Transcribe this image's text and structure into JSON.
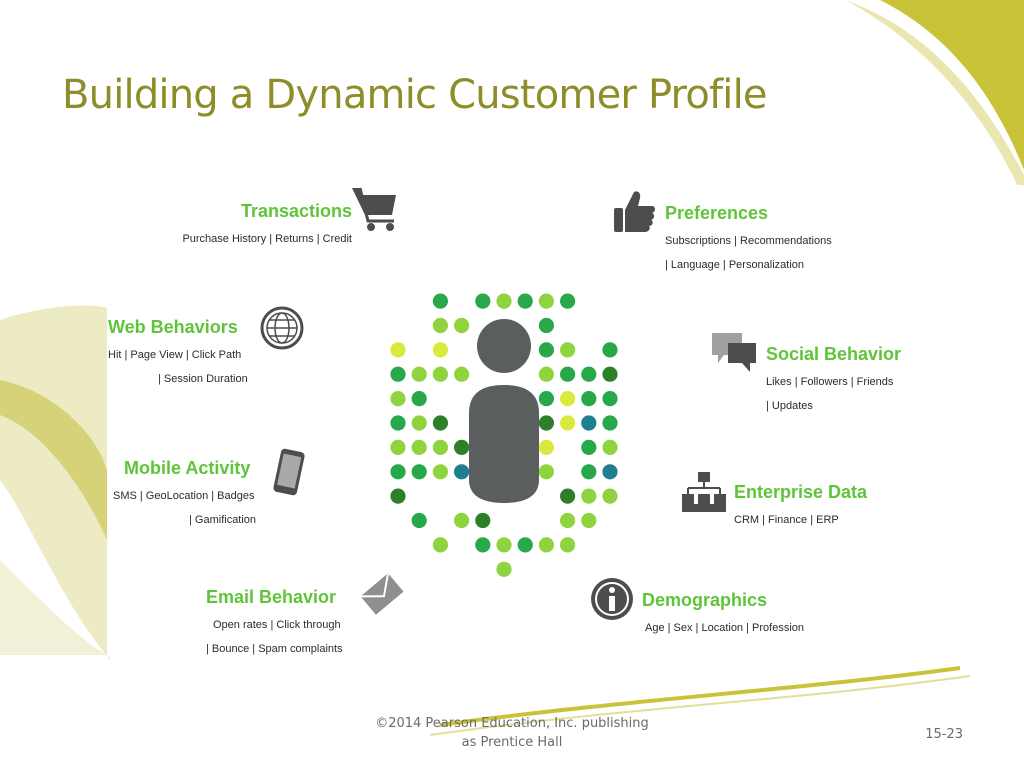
{
  "slide": {
    "title": "Building a Dynamic Customer Profile",
    "footer_line1": "©2014 Pearson Education, Inc. publishing",
    "footer_line2": "as Prentice Hall",
    "page_number": "15-23"
  },
  "colors": {
    "title": "#8f8d2a",
    "category_green": "#5fc43a",
    "accent_olive": "#c9c33a",
    "icon_gray": "#4d4d4d",
    "dot_palette": [
      "#8fd43f",
      "#27a84a",
      "#2d7f2a",
      "#1f7f91",
      "#d9ea3c"
    ]
  },
  "categories": [
    {
      "id": "transactions",
      "title": "Transactions",
      "icon": "shopping-cart-icon",
      "lines": [
        "Purchase History | Returns  | Credit"
      ]
    },
    {
      "id": "preferences",
      "title": "Preferences",
      "icon": "thumbs-up-icon",
      "lines": [
        "Subscriptions | Recommendations",
        "| Language | Personalization"
      ]
    },
    {
      "id": "web-behaviors",
      "title": "Web Behaviors",
      "icon": "globe-icon",
      "lines": [
        "Hit | Page View | Click Path",
        "| Session Duration"
      ]
    },
    {
      "id": "social-behavior",
      "title": "Social Behavior",
      "icon": "speech-bubbles-icon",
      "lines": [
        "Likes | Followers | Friends",
        "| Updates"
      ]
    },
    {
      "id": "mobile-activity",
      "title": "Mobile Activity",
      "icon": "smartphone-icon",
      "lines": [
        "SMS | GeoLocation | Badges",
        "| Gamification"
      ]
    },
    {
      "id": "enterprise-data",
      "title": "Enterprise Data",
      "icon": "org-chart-icon",
      "lines": [
        "CRM | Finance | ERP"
      ]
    },
    {
      "id": "email-behavior",
      "title": "Email Behavior",
      "icon": "envelope-icon",
      "lines": [
        "Open rates | Click through",
        "| Bounce | Spam complaints"
      ]
    },
    {
      "id": "demographics",
      "title": "Demographics",
      "icon": "info-icon",
      "lines": [
        "Age | Sex | Location | Profession"
      ]
    }
  ]
}
